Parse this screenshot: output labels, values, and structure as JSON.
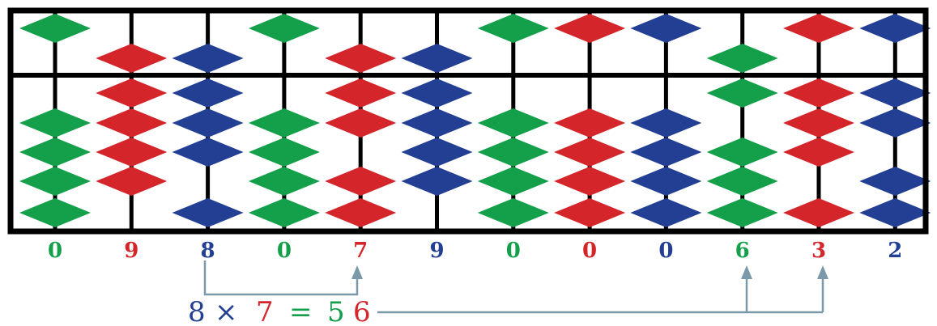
{
  "colors": {
    "green": "#14a04a",
    "red": "#d4252b",
    "blue": "#233f93",
    "frame": "#000000",
    "arrow": "#7a9aaa"
  },
  "rods": [
    {
      "digit": "0",
      "value": 0,
      "color": "green"
    },
    {
      "digit": "9",
      "value": 9,
      "color": "red"
    },
    {
      "digit": "8",
      "value": 8,
      "color": "blue"
    },
    {
      "digit": "0",
      "value": 0,
      "color": "green"
    },
    {
      "digit": "7",
      "value": 7,
      "color": "red"
    },
    {
      "digit": "9",
      "value": 9,
      "color": "blue"
    },
    {
      "digit": "0",
      "value": 0,
      "color": "green"
    },
    {
      "digit": "0",
      "value": 0,
      "color": "red"
    },
    {
      "digit": "0",
      "value": 0,
      "color": "blue"
    },
    {
      "digit": "6",
      "value": 6,
      "color": "green"
    },
    {
      "digit": "3",
      "value": 3,
      "color": "red"
    },
    {
      "digit": "2",
      "value": 2,
      "color": "blue"
    }
  ],
  "equation": {
    "operand_a": "8",
    "times": "×",
    "operand_b": "7",
    "equals": "=",
    "result_tens": "5",
    "result_ones": "6"
  }
}
